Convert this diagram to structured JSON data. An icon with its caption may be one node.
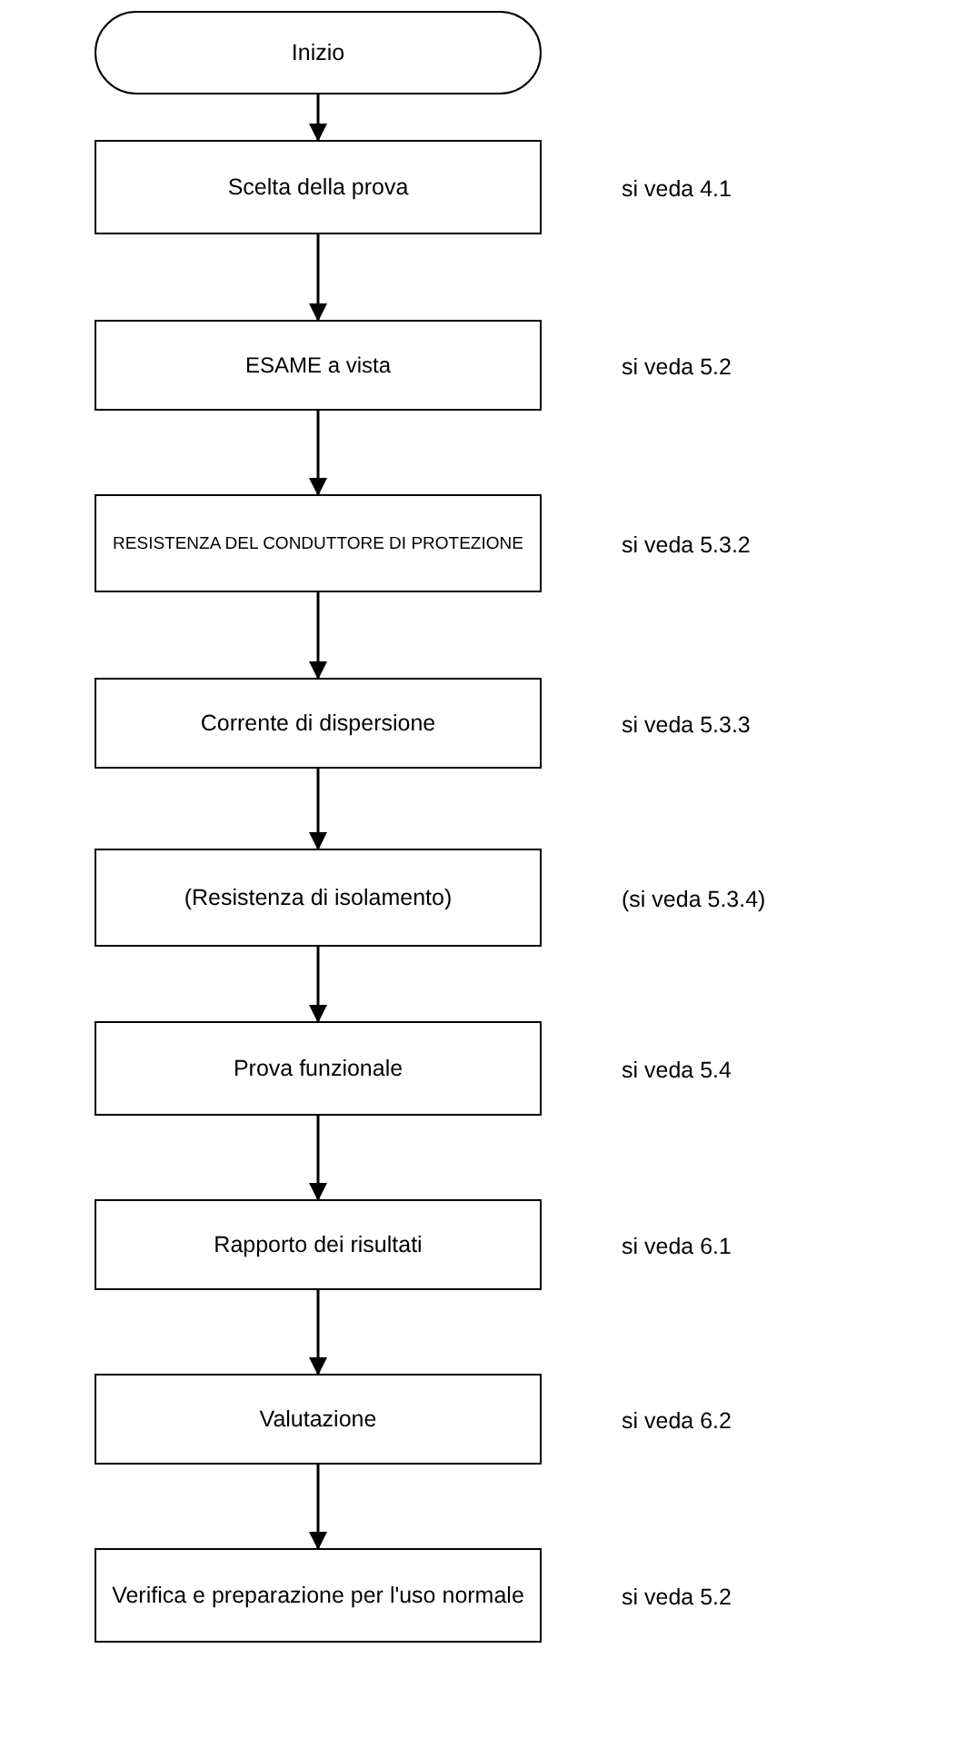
{
  "diagram": {
    "nodes": [
      {
        "text": [
          "Inizio"
        ]
      },
      {
        "text": [
          "Scelta della prova"
        ],
        "beside": [
          "si veda 4.1"
        ]
      },
      {
        "text": [
          "ESAME a vista"
        ],
        "beside": [
          "si veda 5.2"
        ]
      },
      {
        "text": [
          "RESISTENZA DEL CONDUTTORE DI PROTEZIONE"
        ],
        "beside": [
          "si veda 5.3.2"
        ]
      },
      {
        "text": [
          "Corrente di dispersione"
        ],
        "beside": [
          "si veda 5.3.3"
        ]
      },
      {
        "text": [
          "(Resistenza di isolamento)"
        ],
        "beside": [
          "(si veda 5.3.4)"
        ]
      },
      {
        "text": [
          "Prova funzionale"
        ],
        "beside": [
          "si veda 5.4"
        ]
      },
      {
        "text": [
          "Rapporto dei risultati"
        ],
        "beside": [
          "si veda 6.1"
        ]
      },
      {
        "text": [
          "Valutazione"
        ],
        "beside": [
          "si veda 6.2"
        ]
      },
      {
        "text": [
          "Verifica e preparazione per l'uso normale"
        ],
        "beside": [
          "si veda 5.2"
        ]
      }
    ],
    "edges": [
      {
        "from": 0,
        "to": 1,
        "arrow": "to"
      },
      {
        "from": 1,
        "to": 2,
        "arrow": "to"
      },
      {
        "from": 2,
        "to": 3,
        "arrow": "to"
      },
      {
        "from": 3,
        "to": 4,
        "arrow": "to"
      },
      {
        "from": 4,
        "to": 5,
        "arrow": "to"
      },
      {
        "from": 5,
        "to": 6,
        "arrow": "to"
      },
      {
        "from": 6,
        "to": 7,
        "arrow": "to"
      },
      {
        "from": 7,
        "to": 8,
        "arrow": "to"
      },
      {
        "from": 8,
        "to": 9,
        "arrow": "to"
      }
    ]
  }
}
